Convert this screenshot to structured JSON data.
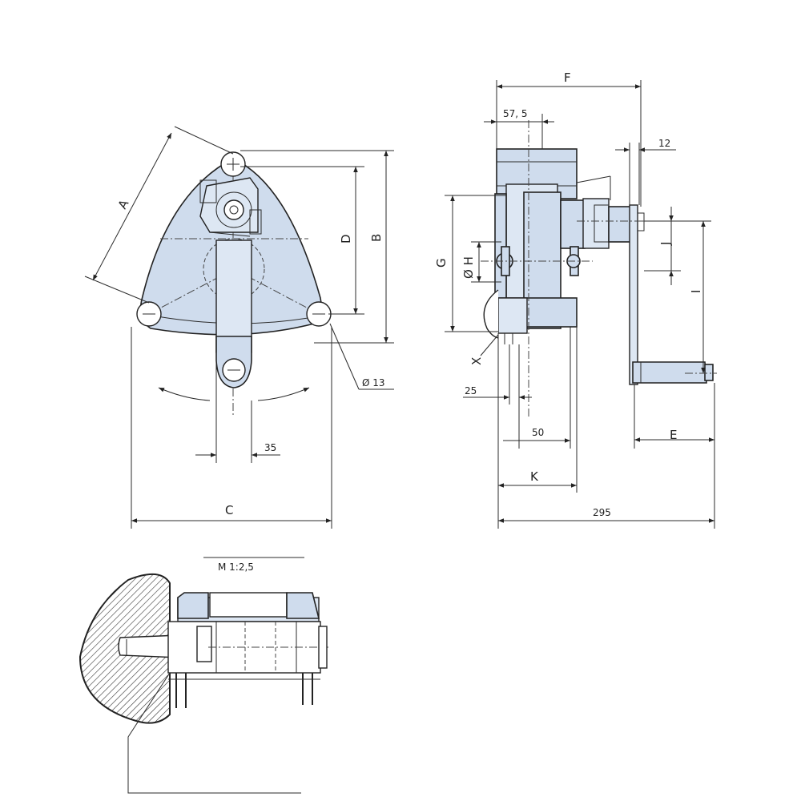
{
  "labels": {
    "A": "A",
    "B": "B",
    "C": "C",
    "D": "D",
    "E": "E",
    "F": "F",
    "G": "G",
    "H": "Ø H",
    "I": "I",
    "J": "J",
    "K": "K",
    "X": "X",
    "dia13": "Ø 13",
    "dim35": "35",
    "dim57_5": "57, 5",
    "dim12": "12",
    "dim25": "25",
    "dim50": "50",
    "dim295": "295",
    "scale": "M 1:2,5"
  },
  "colors": {
    "part_fill": "#cfdced",
    "line": "#222222",
    "background": "#ffffff"
  }
}
